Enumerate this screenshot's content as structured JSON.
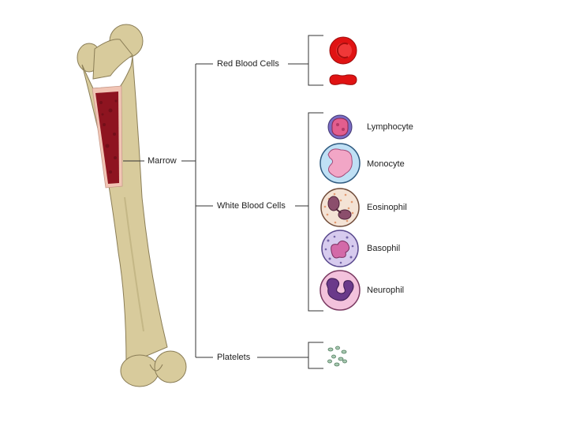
{
  "structure": {
    "source_label": "Marrow",
    "categories": [
      {
        "label": "Red Blood Cells",
        "items": [
          {
            "icon": "red-blood-cell-front-icon"
          },
          {
            "icon": "red-blood-cell-side-icon"
          }
        ]
      },
      {
        "label": "White Blood Cells",
        "items": [
          {
            "label": "Lymphocyte",
            "icon": "lymphocyte-icon"
          },
          {
            "label": "Monocyte",
            "icon": "monocyte-icon"
          },
          {
            "label": "Eosinophil",
            "icon": "eosinophil-icon"
          },
          {
            "label": "Basophil",
            "icon": "basophil-icon"
          },
          {
            "label": "Neurophil",
            "icon": "neutrophil-icon"
          }
        ]
      },
      {
        "label": "Platelets",
        "items": [
          {
            "icon": "platelets-icon"
          }
        ]
      }
    ]
  },
  "colors": {
    "bone": "#d8cb9c",
    "bone_outline": "#8a7d56",
    "marrow": "#8e1420",
    "red_cell": "#e01313",
    "lymphocyte": "#7a6cc4",
    "monocyte": "#bfe0f5",
    "eosinophil": "#f4e3d5",
    "basophil": "#d7cbee",
    "neutrophil": "#f3c2dc",
    "platelet": "#a8c9b2"
  }
}
